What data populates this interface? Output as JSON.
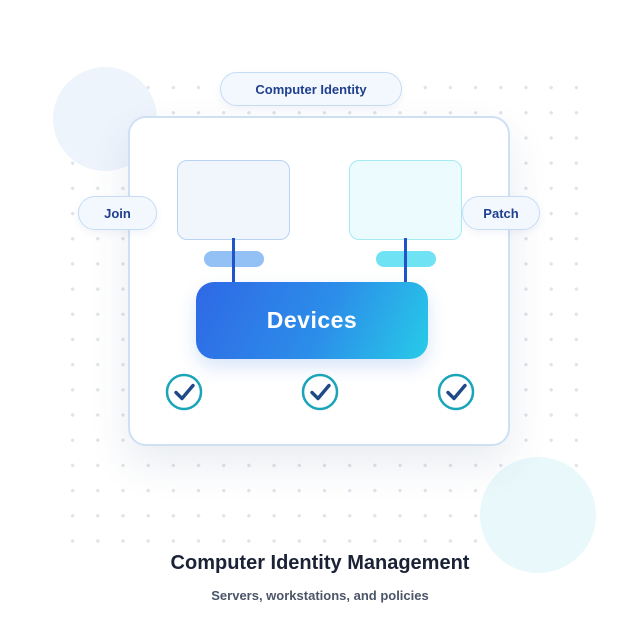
{
  "diagram": {
    "top_label": "Computer Identity",
    "left_label": "Join",
    "right_label": "Patch",
    "center_label": "Devices",
    "check_count": 3
  },
  "caption": {
    "title": "Computer Identity Management",
    "subtitle": "Servers, workstations, and policies"
  },
  "colors": {
    "accent_blue": "#2f68e6",
    "accent_cyan": "#27cbe8",
    "check": "#1aa4b8",
    "connector": "#2154c9"
  },
  "icons": [
    "check-circle-icon"
  ]
}
